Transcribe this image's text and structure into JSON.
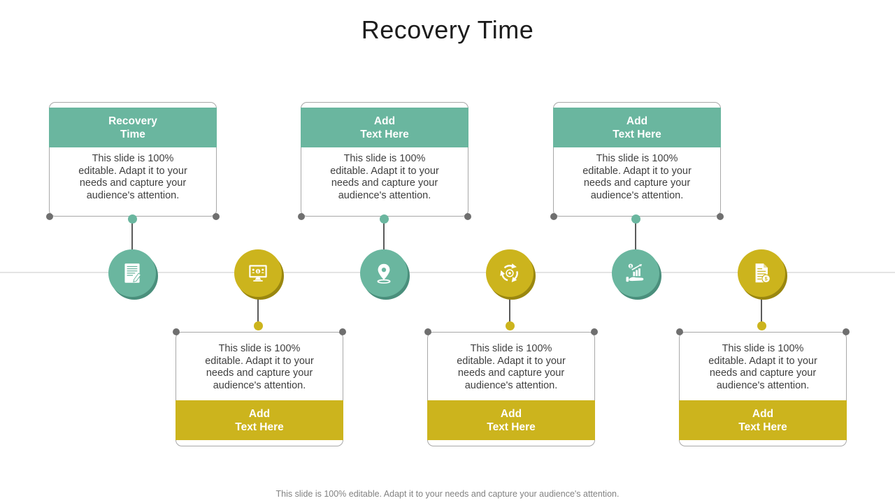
{
  "slide": {
    "title": "Recovery Time",
    "footer": "This slide is 100% editable. Adapt it to your needs and capture your audience's attention."
  },
  "colors": {
    "teal": "#6ab69f",
    "teal_shadow": "#4a8f7c",
    "yellow": "#ccb41d",
    "yellow_shadow": "#9a870f",
    "timeline_line": "#e4e4e4",
    "connector": "#5b5b5b",
    "corner_dot": "#6f6f6f",
    "body_text": "#3f3f3f",
    "footer_text": "#828282"
  },
  "top_cards": [
    {
      "title": "Recovery\nTime",
      "body": "This slide is 100%\neditable. Adapt  it to your\nneeds and capture your\naudience's attention."
    },
    {
      "title": "Add\nText Here",
      "body": "This slide is 100%\neditable. Adapt  it to your\nneeds and capture your\naudience's attention."
    },
    {
      "title": "Add\nText Here",
      "body": "This slide is 100%\neditable. Adapt  it to your\nneeds and capture your\naudience's attention."
    }
  ],
  "bottom_cards": [
    {
      "title": "Add\nText Here",
      "body": "This slide is 100%\neditable. Adapt  it to your\nneeds and capture your\naudience's attention."
    },
    {
      "title": "Add\nText Here",
      "body": "This slide is 100%\neditable. Adapt  it to your\nneeds and capture your\naudience's attention."
    },
    {
      "title": "Add\nText Here",
      "body": "This slide is 100%\neditable. Adapt  it to your\nneeds and capture your\naudience's attention."
    }
  ],
  "timeline": {
    "nodes": [
      {
        "icon": "note-edit-icon",
        "color": "#6ab69f"
      },
      {
        "icon": "monitor-growth-icon",
        "color": "#ccb41d"
      },
      {
        "icon": "location-pin-icon",
        "color": "#6ab69f"
      },
      {
        "icon": "process-cycle-gear-icon",
        "color": "#ccb41d"
      },
      {
        "icon": "hand-profit-chart-icon",
        "color": "#6ab69f"
      },
      {
        "icon": "document-coin-icon",
        "color": "#ccb41d"
      }
    ]
  }
}
